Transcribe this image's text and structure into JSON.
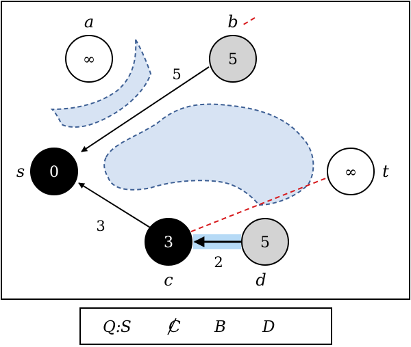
{
  "graph": {
    "nodes": {
      "a": {
        "label": "a",
        "value": "∞",
        "state": "unvisited"
      },
      "b": {
        "label": "b",
        "value": "5",
        "state": "discovered"
      },
      "s": {
        "label": "s",
        "value": "0",
        "state": "settled"
      },
      "t": {
        "label": "t",
        "value": "∞",
        "state": "unvisited"
      },
      "c": {
        "label": "c",
        "value": "3",
        "state": "settled"
      },
      "d": {
        "label": "d",
        "value": "5",
        "state": "discovered"
      }
    },
    "edges": {
      "b_s": {
        "weight": "5"
      },
      "c_s": {
        "weight": "3"
      },
      "d_c": {
        "weight": "2"
      }
    }
  },
  "legend": {
    "q": "Q:",
    "s": "S",
    "c": "C",
    "b": "B",
    "d": "D"
  },
  "colors": {
    "settled": "#000000",
    "discovered": "#d3d3d3",
    "unvisited": "#ffffff",
    "region_fill": "#d7e3f3",
    "region_stroke": "#3d5f94",
    "highlight": "#a9d3f5",
    "dashed_edge": "#d7191c"
  }
}
